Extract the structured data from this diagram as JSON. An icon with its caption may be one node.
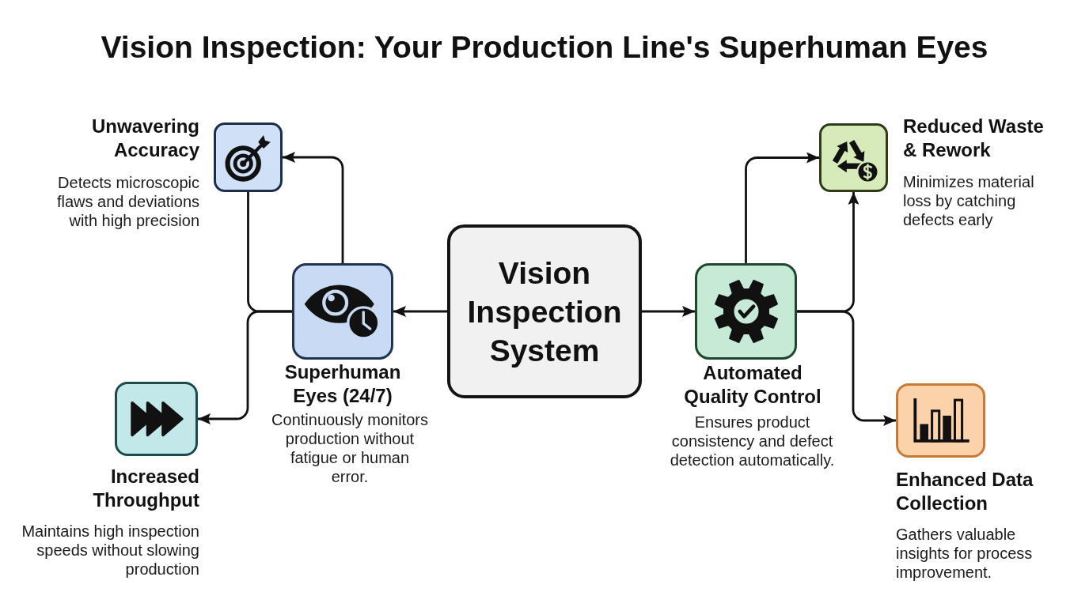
{
  "diagram": {
    "title": "Vision Inspection: Your Production Line's Superhuman Eyes",
    "nodes": [
      {
        "text": [
          "Vision Inspection System"
        ]
      },
      {
        "text": [
          "Superhuman Eyes (24/7)",
          "Continuously monitors production without fatigue or human error."
        ]
      },
      {
        "text": [
          "Unwavering Accuracy",
          "Detects microscopic flaws and deviations with high precision"
        ]
      },
      {
        "text": [
          "Increased Throughput",
          "Maintains high inspection speeds without slowing production"
        ]
      },
      {
        "text": [
          "Automated Quality Control",
          "Ensures product consistency and defect detection automatically."
        ]
      },
      {
        "text": [
          "Reduced Waste & Rework",
          "Minimizes material loss by catching defects early"
        ]
      },
      {
        "text": [
          "Enhanced Data Collection",
          "Gathers valuable insights for process improvement."
        ]
      }
    ],
    "edges": [
      {
        "from": 0,
        "to": 1,
        "arrow": "to"
      },
      {
        "from": 0,
        "to": 4,
        "arrow": "to"
      },
      {
        "from": 1,
        "to": 2,
        "arrow": "to"
      },
      {
        "from": 1,
        "to": 2,
        "arrow": "none"
      },
      {
        "from": 1,
        "to": 3,
        "arrow": "to"
      },
      {
        "from": 4,
        "to": 5,
        "arrow": "to"
      },
      {
        "from": 4,
        "to": 5,
        "arrow": "to"
      },
      {
        "from": 4,
        "to": 6,
        "arrow": "to"
      }
    ]
  }
}
